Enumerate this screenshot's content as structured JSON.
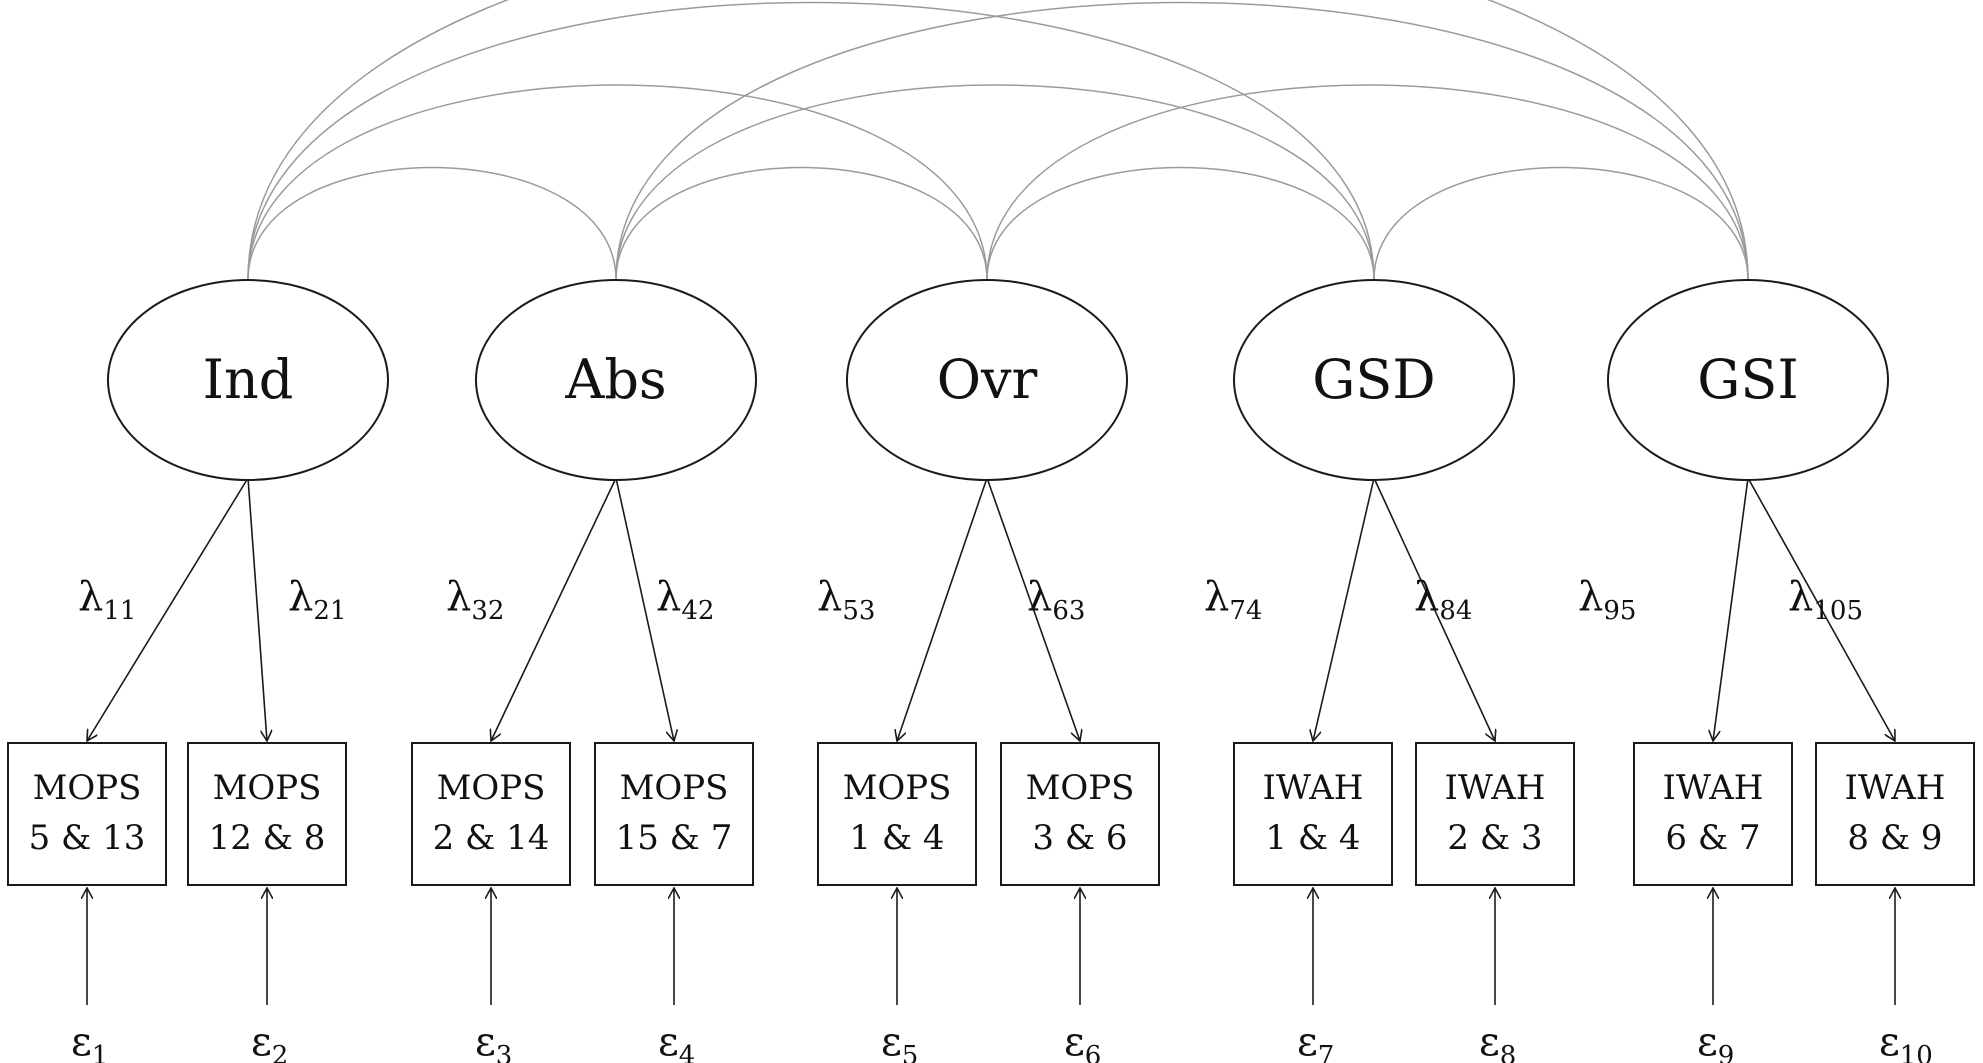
{
  "latents": [
    {
      "id": "ind",
      "label": "Ind"
    },
    {
      "id": "abs",
      "label": "Abs"
    },
    {
      "id": "ovr",
      "label": "Ovr"
    },
    {
      "id": "gsd",
      "label": "GSD"
    },
    {
      "id": "gsi",
      "label": "GSI"
    }
  ],
  "indicators": [
    {
      "line1": "MOPS",
      "line2": "5 & 13",
      "loading": "11",
      "error": "1"
    },
    {
      "line1": "MOPS",
      "line2": "12 & 8",
      "loading": "21",
      "error": "2"
    },
    {
      "line1": "MOPS",
      "line2": "2 & 14",
      "loading": "32",
      "error": "3"
    },
    {
      "line1": "MOPS",
      "line2": "15 & 7",
      "loading": "42",
      "error": "4"
    },
    {
      "line1": "MOPS",
      "line2": "1 & 4",
      "loading": "53",
      "error": "5"
    },
    {
      "line1": "MOPS",
      "line2": "3 & 6",
      "loading": "63",
      "error": "6"
    },
    {
      "line1": "IWAH",
      "line2": "1 & 4",
      "loading": "74",
      "error": "7"
    },
    {
      "line1": "IWAH",
      "line2": "2 & 3",
      "loading": "84",
      "error": "8"
    },
    {
      "line1": "IWAH",
      "line2": "6 & 7",
      "loading": "95",
      "error": "9"
    },
    {
      "line1": "IWAH",
      "line2": "8 & 9",
      "loading": "105",
      "error": "10"
    }
  ],
  "symbols": {
    "loading": "λ",
    "error": "ε"
  }
}
